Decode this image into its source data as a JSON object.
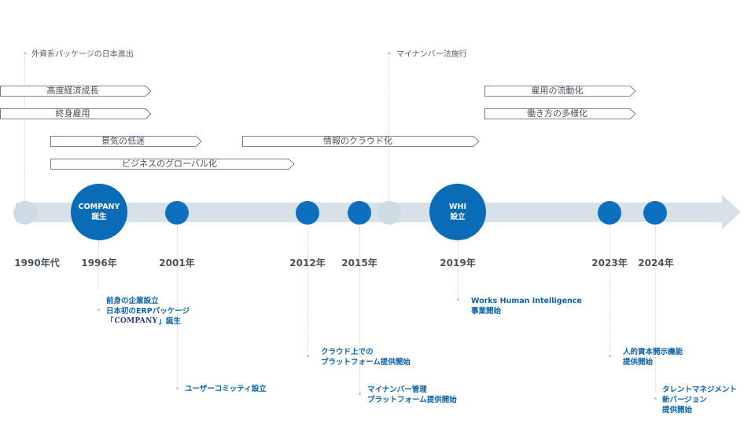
{
  "context_events": [
    {
      "label": "外資系パッケージの日本進出"
    },
    {
      "label": "マイナンバー法施行"
    }
  ],
  "banners": [
    {
      "label": "高度経済成長"
    },
    {
      "label": "終身雇用"
    },
    {
      "label": "景気の低迷"
    },
    {
      "label": "ビジネスのグローバル化"
    },
    {
      "label": "情報のクラウド化"
    },
    {
      "label": "雇用の流動化"
    },
    {
      "label": "働き方の多様化"
    }
  ],
  "milestones": {
    "company": {
      "line1": "COMPANY",
      "line2": "誕生"
    },
    "whi": {
      "line1": "WHI",
      "line2": "設立"
    }
  },
  "years": [
    "1990年代",
    "1996年",
    "2001年",
    "2012年",
    "2015年",
    "2019年",
    "2023年",
    "2024年"
  ],
  "events": {
    "e1996": {
      "line1": "前身の企業設立",
      "line2": "日本初のERPパッケージ",
      "bracket_open": "「",
      "logo": "COMPANY",
      "bracket_close": "」誕生"
    },
    "e2001": {
      "line1": "ユーザーコミッティ設立"
    },
    "e2012": {
      "line1": "クラウド上での",
      "line2": "プラットフォーム提供開始"
    },
    "e2015": {
      "line1": "マイナンバー管理",
      "line2": "プラットフォーム提供開始"
    },
    "e2019": {
      "line1": "Works Human Intelligence",
      "line2": "事業開始"
    },
    "e2023": {
      "line1": "人的資本開示機能",
      "line2": "提供開始"
    },
    "e2024": {
      "line1": "タレントマネジメント",
      "line2": "新バージョン",
      "line3": "提供開始"
    }
  },
  "colors": {
    "accent": "#0a6cb7",
    "track": "#d6e1e8",
    "muted_node": "#cfdbe3",
    "event_text": "#0a63a8"
  }
}
